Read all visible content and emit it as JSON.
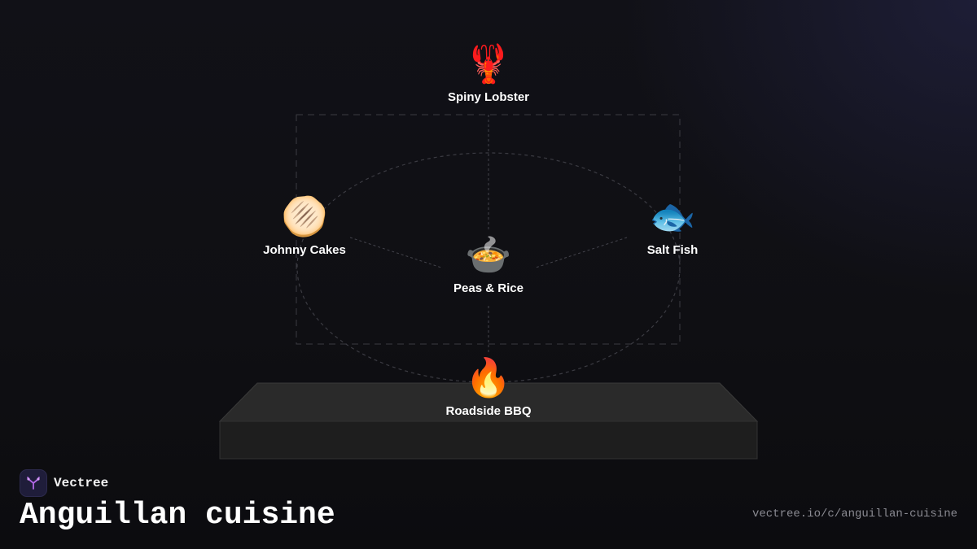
{
  "brand": {
    "name": "Vectree",
    "logo_icon": "vectree-tree-icon",
    "accent_color": "#b267e6"
  },
  "page": {
    "title": "Anguillan cuisine",
    "url": "vectree.io/c/anguillan-cuisine"
  },
  "diagram": {
    "center": {
      "label": "Peas & Rice",
      "icon": "🍲",
      "icon_name": "pot-of-food-icon"
    },
    "top": {
      "label": "Spiny Lobster",
      "icon": "🦞",
      "icon_name": "lobster-icon"
    },
    "left": {
      "label": "Johnny Cakes",
      "icon": "🫓",
      "icon_name": "flatbread-icon"
    },
    "right": {
      "label": "Salt Fish",
      "icon": "🐟",
      "icon_name": "fish-icon"
    },
    "bottom": {
      "label": "Roadside BBQ",
      "icon": "🔥",
      "icon_name": "fire-icon"
    }
  }
}
